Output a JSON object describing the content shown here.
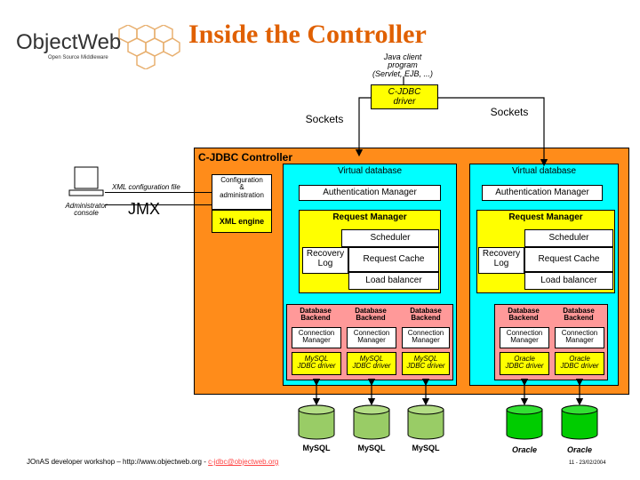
{
  "slide": {
    "title": "Inside the Controller",
    "footer": "JOnAS developer workshop – http://www.objectweb.org - ",
    "footer_email": "c-jdbc@objectweb.org",
    "page": "11 - 23/02/2004"
  },
  "logo": {
    "name": "ObjectWeb",
    "tagline": "Open Source Middleware"
  },
  "top": {
    "java_client": "Java client\nprogram\n(Servlet, EJB, ...)",
    "cjdbc_driver": "C-JDBC\ndriver",
    "sockets_left": "Sockets",
    "sockets_right": "Sockets"
  },
  "controller": {
    "title": "C-JDBC Controller",
    "jmx": "JMX",
    "xml_config": "XML configuration file",
    "admin_console": "Administrator\nconsole",
    "config_admin": "Configuration\n&\nadministration",
    "xml_engine": "XML engine"
  },
  "vdb_left": {
    "title": "Virtual database",
    "auth": "Authentication Manager",
    "request_manager": "Request Manager",
    "scheduler": "Scheduler",
    "recovery_log": "Recovery\nLog",
    "request_cache": "Request Cache",
    "load_balancer": "Load balancer",
    "backends": [
      {
        "title": "Database\nBackend",
        "conn": "Connection\nManager",
        "driver": "MySQL\nJDBC driver",
        "db": "MySQL"
      },
      {
        "title": "Database\nBackend",
        "conn": "Connection\nManager",
        "driver": "MySQL\nJDBC driver",
        "db": "MySQL"
      },
      {
        "title": "Database\nBackend",
        "conn": "Connection\nManager",
        "driver": "MySQL\nJDBC driver",
        "db": "MySQL"
      }
    ]
  },
  "vdb_right": {
    "title": "Virtual database",
    "auth": "Authentication Manager",
    "request_manager": "Request Manager",
    "scheduler": "Scheduler",
    "recovery_log": "Recovery\nLog",
    "request_cache": "Request Cache",
    "load_balancer": "Load balancer",
    "backends": [
      {
        "title": "Database\nBackend",
        "conn": "Connection\nManager",
        "driver": "Oracle\nJDBC driver",
        "db": "Oracle"
      },
      {
        "title": "Database\nBackend",
        "conn": "Connection\nManager",
        "driver": "Oracle\nJDBC driver",
        "db": "Oracle"
      }
    ]
  },
  "colors": {
    "title": "#e06000",
    "orange": "#ff8c1a",
    "cyan": "#00ffff",
    "yellow": "#ffff00",
    "green": "#00cc00",
    "pink": "#ff9999",
    "mysql_db": "#99cc66",
    "oracle_db": "#00cc00"
  }
}
